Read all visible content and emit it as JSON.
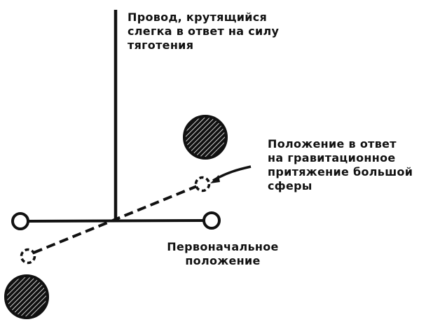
{
  "labels": {
    "wire": "Провод, крутящийся\nслегка в ответ на силу\nтяготения",
    "deflected": "Положение в ответ\nна гравитационное\nпритяжение большой\nсферы",
    "initial": "Первоначальное\nположение"
  },
  "colors": {
    "ink": "#111111",
    "background": "#ffffff"
  }
}
